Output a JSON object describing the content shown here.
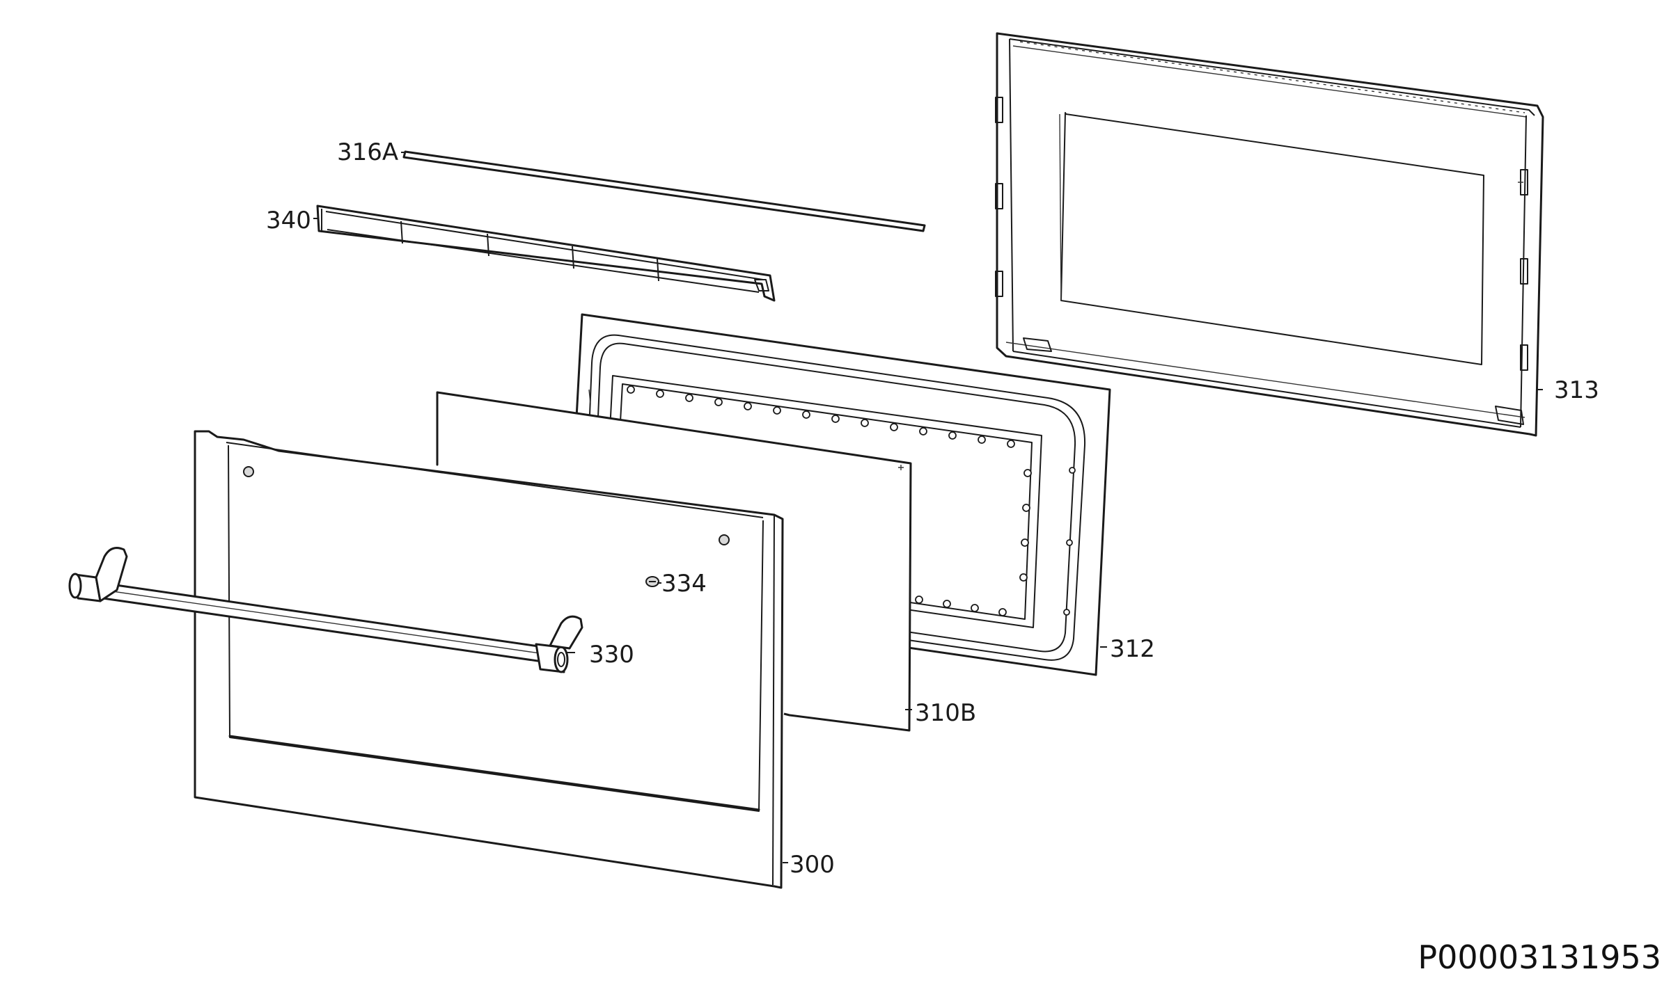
{
  "callouts": {
    "p316a": "316A",
    "p340": "340",
    "p313": "313",
    "p312": "312",
    "p334": "334",
    "p330": "330",
    "p310b": "310B",
    "p300": "300"
  },
  "document_id": "P00003131953"
}
